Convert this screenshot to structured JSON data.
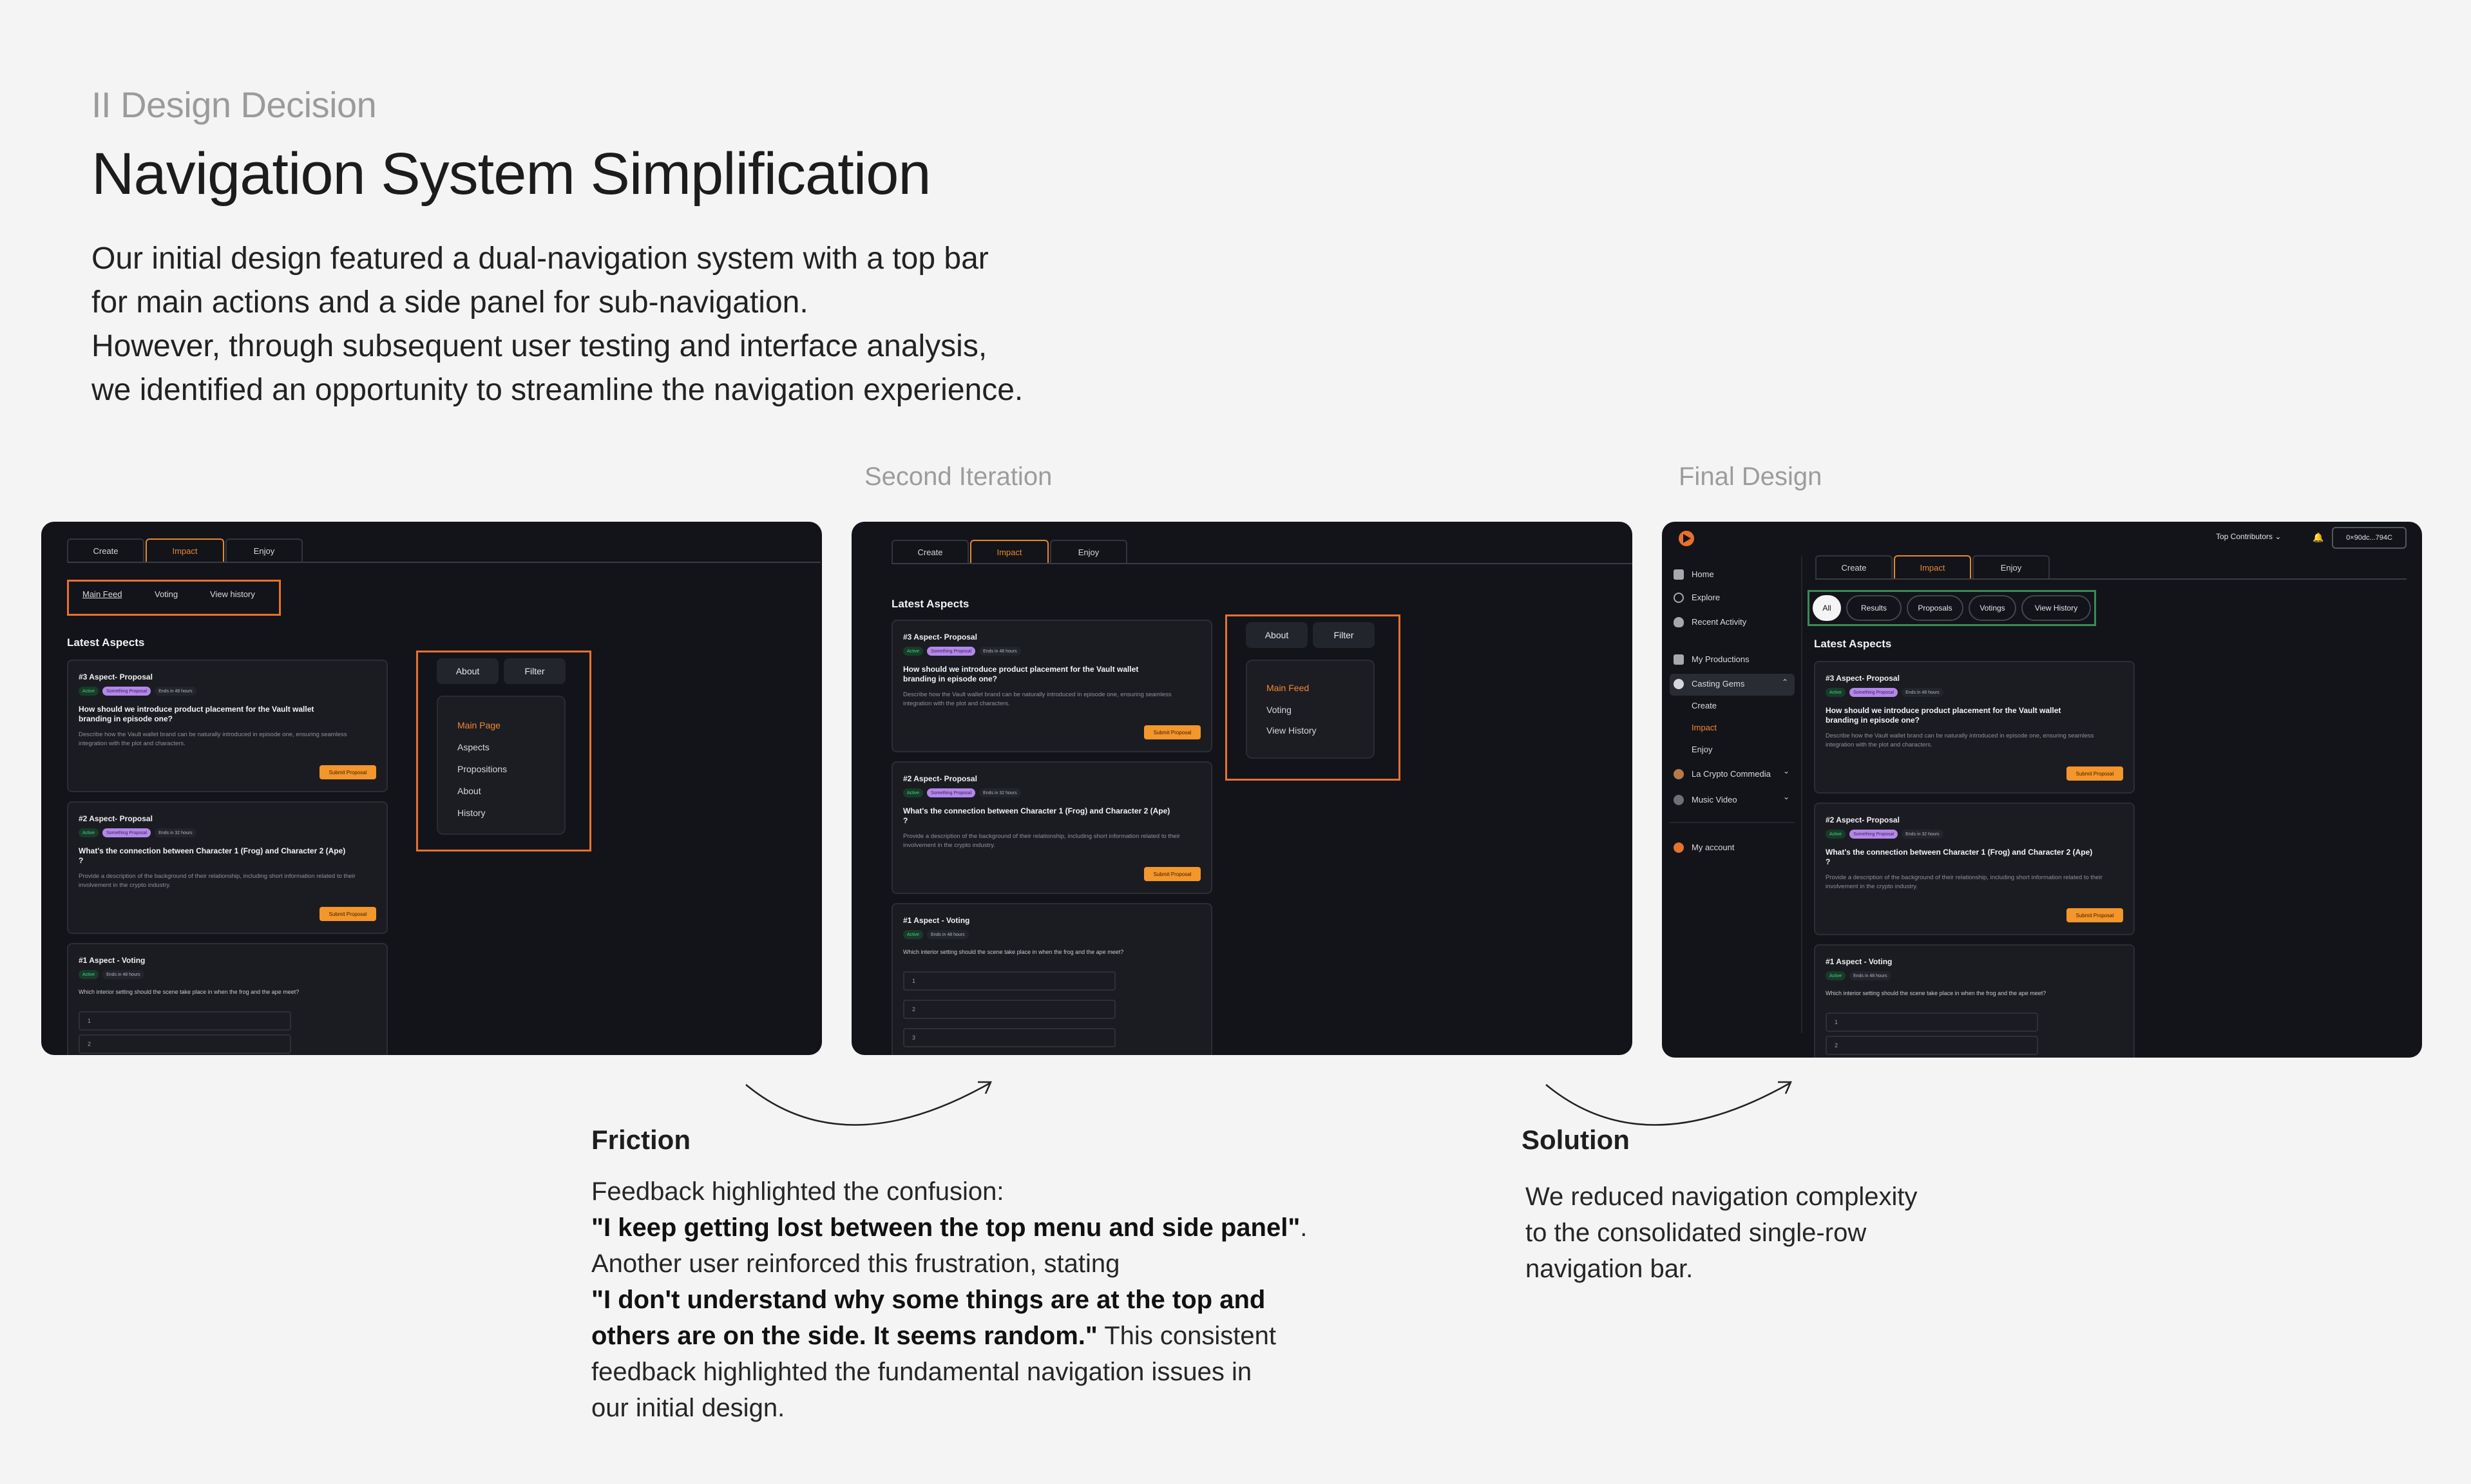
{
  "header": {
    "eyebrow": "II Design Decision",
    "title": "Navigation System Simplification",
    "intro": [
      "Our initial design featured a dual-navigation system with a top bar",
      "for main actions and a side panel for sub-navigation.",
      "However, through subsequent user testing and interface analysis,",
      "we identified an opportunity to streamline the navigation experience."
    ]
  },
  "captions": {
    "second": "Second Iteration",
    "final": "Final Design"
  },
  "tabs": [
    "Create",
    "Impact",
    "Enjoy"
  ],
  "subnav1": [
    "Main Feed",
    "Voting",
    "View history"
  ],
  "latest": "Latest Aspects",
  "cards": [
    {
      "title": "#3 Aspect- Proposal",
      "badges": [
        "Active",
        "Something Proposal",
        "Ends in 48 hours"
      ],
      "question": "How should we introduce product placement for the Vault wallet branding in episode one?",
      "desc": "Describe how the Vault wallet brand can be naturally introduced in episode one, ensuring seamless integration with the plot and characters.",
      "button": "Submit Proposal"
    },
    {
      "title": "#2 Aspect- Proposal",
      "badges": [
        "Active",
        "Something Proposal",
        "Ends in 32 hours"
      ],
      "question": "What's the connection between Character 1 (Frog) and Character 2 (Ape) ?",
      "desc": "Provide a description of the background of their relationship, including short information related to their involvement in the crypto industry.",
      "button": "Submit Proposal"
    },
    {
      "title": "#1 Aspect - Voting",
      "badges": [
        "Active",
        "Ends in 48 hours"
      ],
      "question": "Which interior setting should the scene take place in when the frog and the ape meet?",
      "options": [
        "1",
        "2",
        "3"
      ]
    }
  ],
  "dropdown1": {
    "buttons": [
      "About",
      "Filter"
    ],
    "items": [
      "Main Page",
      "Aspects",
      "Propositions",
      "About",
      "History"
    ]
  },
  "dropdown2": {
    "buttons": [
      "About",
      "Filter"
    ],
    "items": [
      "Main Feed",
      "Voting",
      "View History"
    ]
  },
  "final": {
    "topbar": {
      "contributors": "Top Contributors",
      "wallet": "0×90dc...794C"
    },
    "sidebar": [
      "Home",
      "Explore",
      "Recent Activity",
      "My Productions",
      "Casting Gems",
      "Create",
      "Impact",
      "Enjoy",
      "La Crypto Commedia",
      "Music Video",
      "My account"
    ],
    "chips": [
      "All",
      "Results",
      "Proposals",
      "Votings",
      "View History"
    ]
  },
  "friction": {
    "heading": "Friction",
    "line1": "Feedback highlighted the confusion:",
    "quote1": "\"I keep getting lost between the top menu and side panel\"",
    "q1end": ".",
    "line2": "Another user reinforced this frustration, stating",
    "quote2a": "\"I don't understand why some things are at the top and",
    "quote2b": "others are on the side. It seems random.\"",
    "after": " This consistent",
    "line5": "feedback highlighted the fundamental navigation issues in",
    "line6": "our initial design."
  },
  "solution": {
    "heading": "Solution",
    "lines": [
      "We reduced navigation complexity",
      "to the consolidated single-row",
      "navigation bar."
    ]
  },
  "colors": {
    "accent": "#e8872e",
    "panel": "#13141a",
    "green": "#3d8a57",
    "purple": "#b487e8"
  }
}
